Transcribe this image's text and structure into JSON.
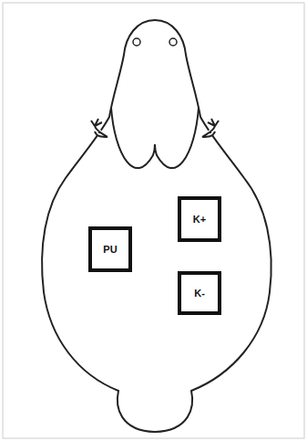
{
  "diagram": {
    "nodes": [
      {
        "text": [
          "PU"
        ]
      },
      {
        "text": [
          "K+"
        ]
      },
      {
        "text": [
          "K-"
        ]
      }
    ]
  }
}
